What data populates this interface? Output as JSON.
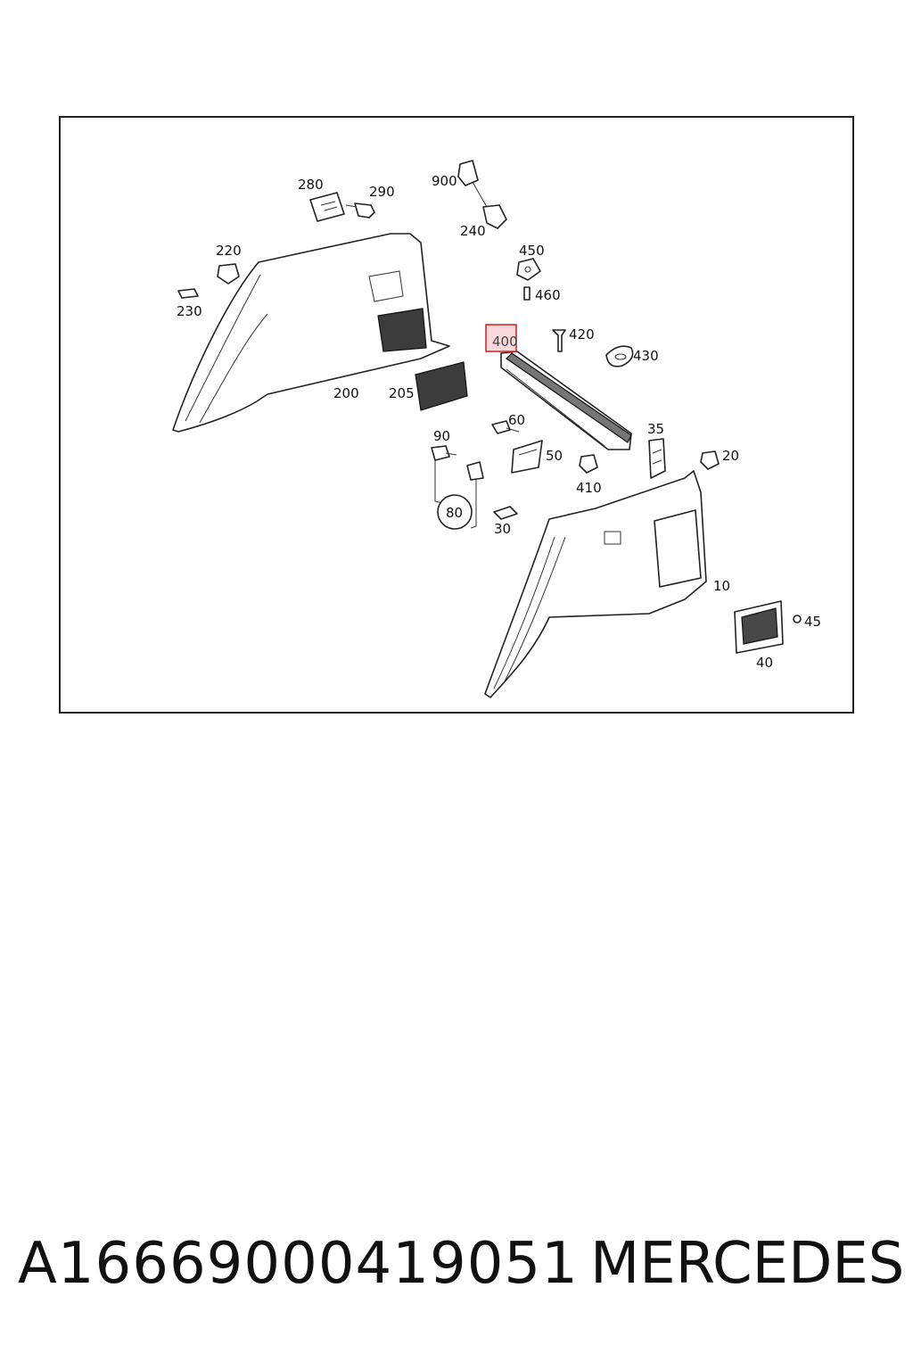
{
  "diagram": {
    "highlight_color": "#f8c8cc",
    "highlight_stroke": "#d8282e",
    "labels": {
      "l280": "280",
      "l290": "290",
      "l900": "900",
      "l240": "240",
      "l220": "220",
      "l230": "230",
      "l450": "450",
      "l460": "460",
      "l400": "400",
      "l420": "420",
      "l430": "430",
      "l200": "200",
      "l205": "205",
      "l60": "60",
      "l90": "90",
      "l50": "50",
      "l35": "35",
      "l20": "20",
      "l410": "410",
      "l80": "80",
      "l30": "30",
      "l10": "10",
      "l45": "45",
      "l40": "40"
    }
  },
  "footer": {
    "part_number": "A1666900041905​1",
    "brand": "MERCEDES"
  }
}
